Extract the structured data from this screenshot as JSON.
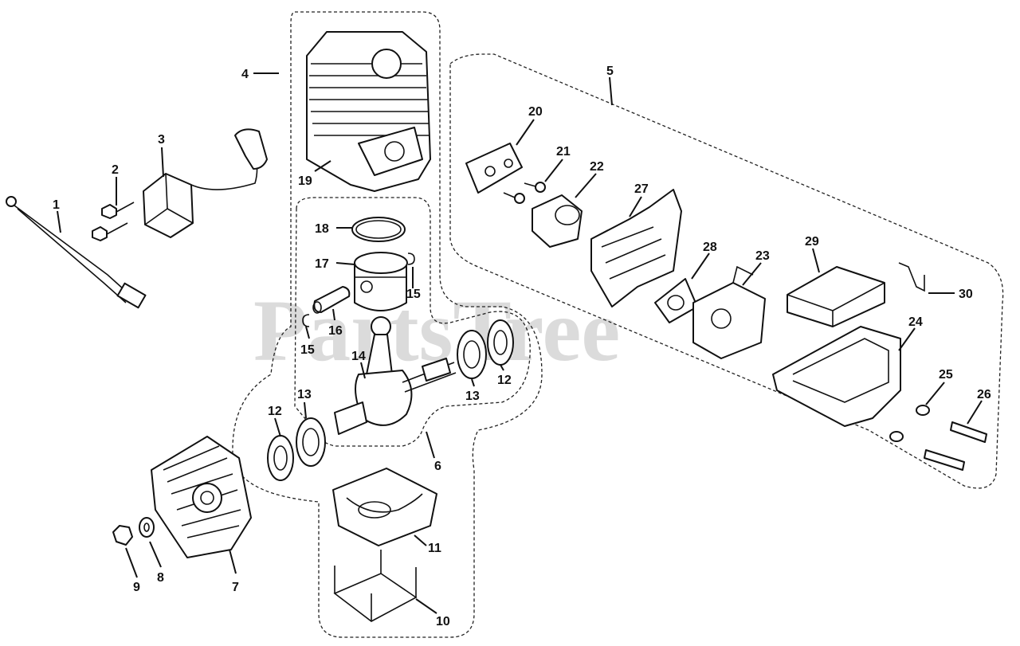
{
  "watermark": "PartsTree",
  "callouts": {
    "c1": "1",
    "c2": "2",
    "c3": "3",
    "c4": "4",
    "c5": "5",
    "c6": "6",
    "c7": "7",
    "c8": "8",
    "c9": "9",
    "c10": "10",
    "c11": "11",
    "c12a": "12",
    "c12b": "12",
    "c13a": "13",
    "c13b": "13",
    "c14": "14",
    "c15a": "15",
    "c15b": "15",
    "c16": "16",
    "c17": "17",
    "c18": "18",
    "c19": "19",
    "c20": "20",
    "c21": "21",
    "c22": "22",
    "c23": "23",
    "c24": "24",
    "c25": "25",
    "c26": "26",
    "c27": "27",
    "c28": "28",
    "c29": "29",
    "c30": "30"
  }
}
